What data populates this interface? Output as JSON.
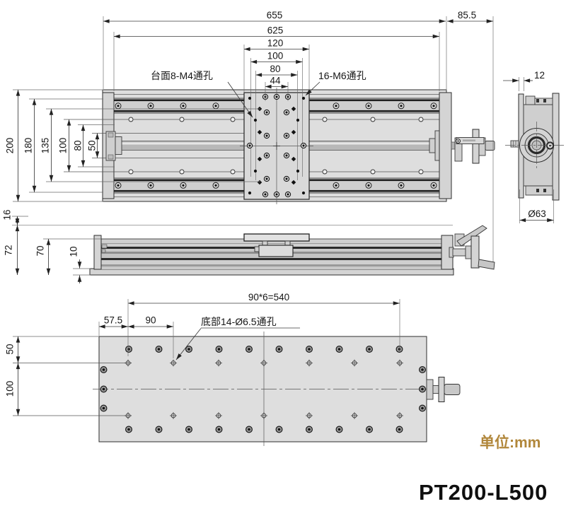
{
  "footer": {
    "units": "单位:mm",
    "model": "PT200-L500"
  },
  "views": {
    "top": {
      "dims": {
        "overall_length": "655",
        "body_length": "625",
        "carriage_length": "120",
        "span_100": "100",
        "span_80": "80",
        "span_44": "44",
        "handwheel_length": "85.5"
      },
      "labels": {
        "table_holes": "台面8-M4通孔",
        "m6_holes": "16-M6通孔"
      },
      "left_dims": {
        "d200": "200",
        "d180": "180",
        "d135": "135",
        "d100": "100",
        "d80": "80",
        "d50": "50"
      }
    },
    "side": {
      "dims": {
        "plate_thickness": "12",
        "motor_dia": "Ø63"
      }
    },
    "front": {
      "dims": {
        "table_height": "16",
        "total_height": "72",
        "body_height": "70",
        "base_plate_thickness": "10"
      }
    },
    "bottom": {
      "dims": {
        "pattern": "90*6=540",
        "edge_offset": "57.5",
        "pitch": "90",
        "row_offset": "50",
        "row_spacing": "100"
      },
      "labels": {
        "bottom_holes": "底部14-Ø6.5通孔"
      }
    }
  },
  "colors": {
    "line": "#2e2e2e",
    "metal": "#d4d4d4",
    "accent_gold": "#b1873b"
  }
}
